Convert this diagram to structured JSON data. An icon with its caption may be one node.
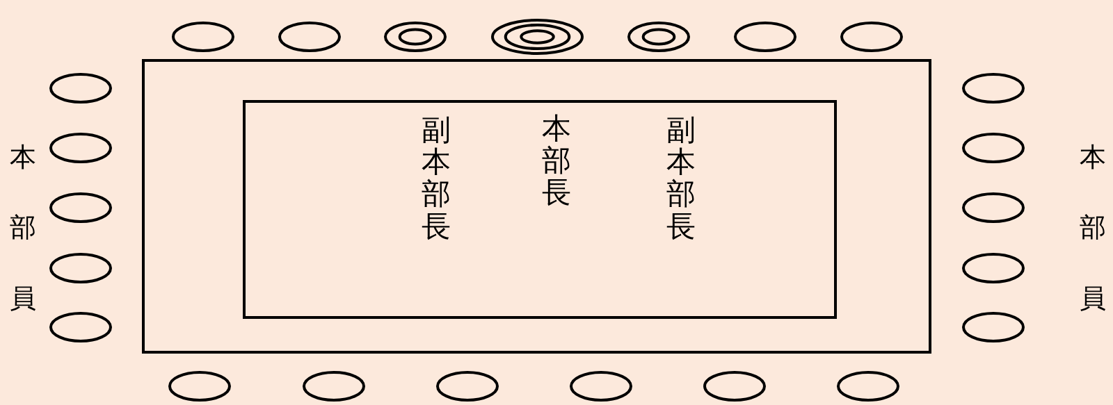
{
  "diagram": {
    "nodes": [
      {
        "text": [],
        "shape": "ellipse"
      },
      {
        "text": [],
        "shape": "ellipse"
      },
      {
        "text": [],
        "shape": "double-ellipse"
      },
      {
        "text": [],
        "shape": "triple-ellipse"
      },
      {
        "text": [],
        "shape": "double-ellipse"
      },
      {
        "text": [],
        "shape": "ellipse"
      },
      {
        "text": [],
        "shape": "ellipse"
      },
      {
        "text": [],
        "shape": "box"
      },
      {
        "text": [
          "副本部長",
          "本部長",
          "副本部長"
        ],
        "in": 7
      },
      {
        "text": [],
        "shape": "ellipse"
      },
      {
        "text": [],
        "shape": "ellipse"
      },
      {
        "text": [],
        "shape": "ellipse"
      },
      {
        "text": [],
        "shape": "ellipse"
      },
      {
        "text": [],
        "shape": "ellipse"
      },
      {
        "text": [],
        "shape": "ellipse"
      },
      {
        "text": [],
        "shape": "ellipse"
      },
      {
        "text": [],
        "shape": "ellipse"
      },
      {
        "text": [],
        "shape": "ellipse"
      },
      {
        "text": [],
        "shape": "ellipse"
      },
      {
        "text": [],
        "shape": "ellipse"
      },
      {
        "text": [],
        "shape": "ellipse"
      },
      {
        "text": [],
        "shape": "ellipse"
      },
      {
        "text": [],
        "shape": "ellipse"
      },
      {
        "text": [],
        "shape": "ellipse"
      },
      {
        "text": [],
        "shape": "ellipse"
      }
    ],
    "labels": [
      "本部員",
      "本部員"
    ]
  }
}
